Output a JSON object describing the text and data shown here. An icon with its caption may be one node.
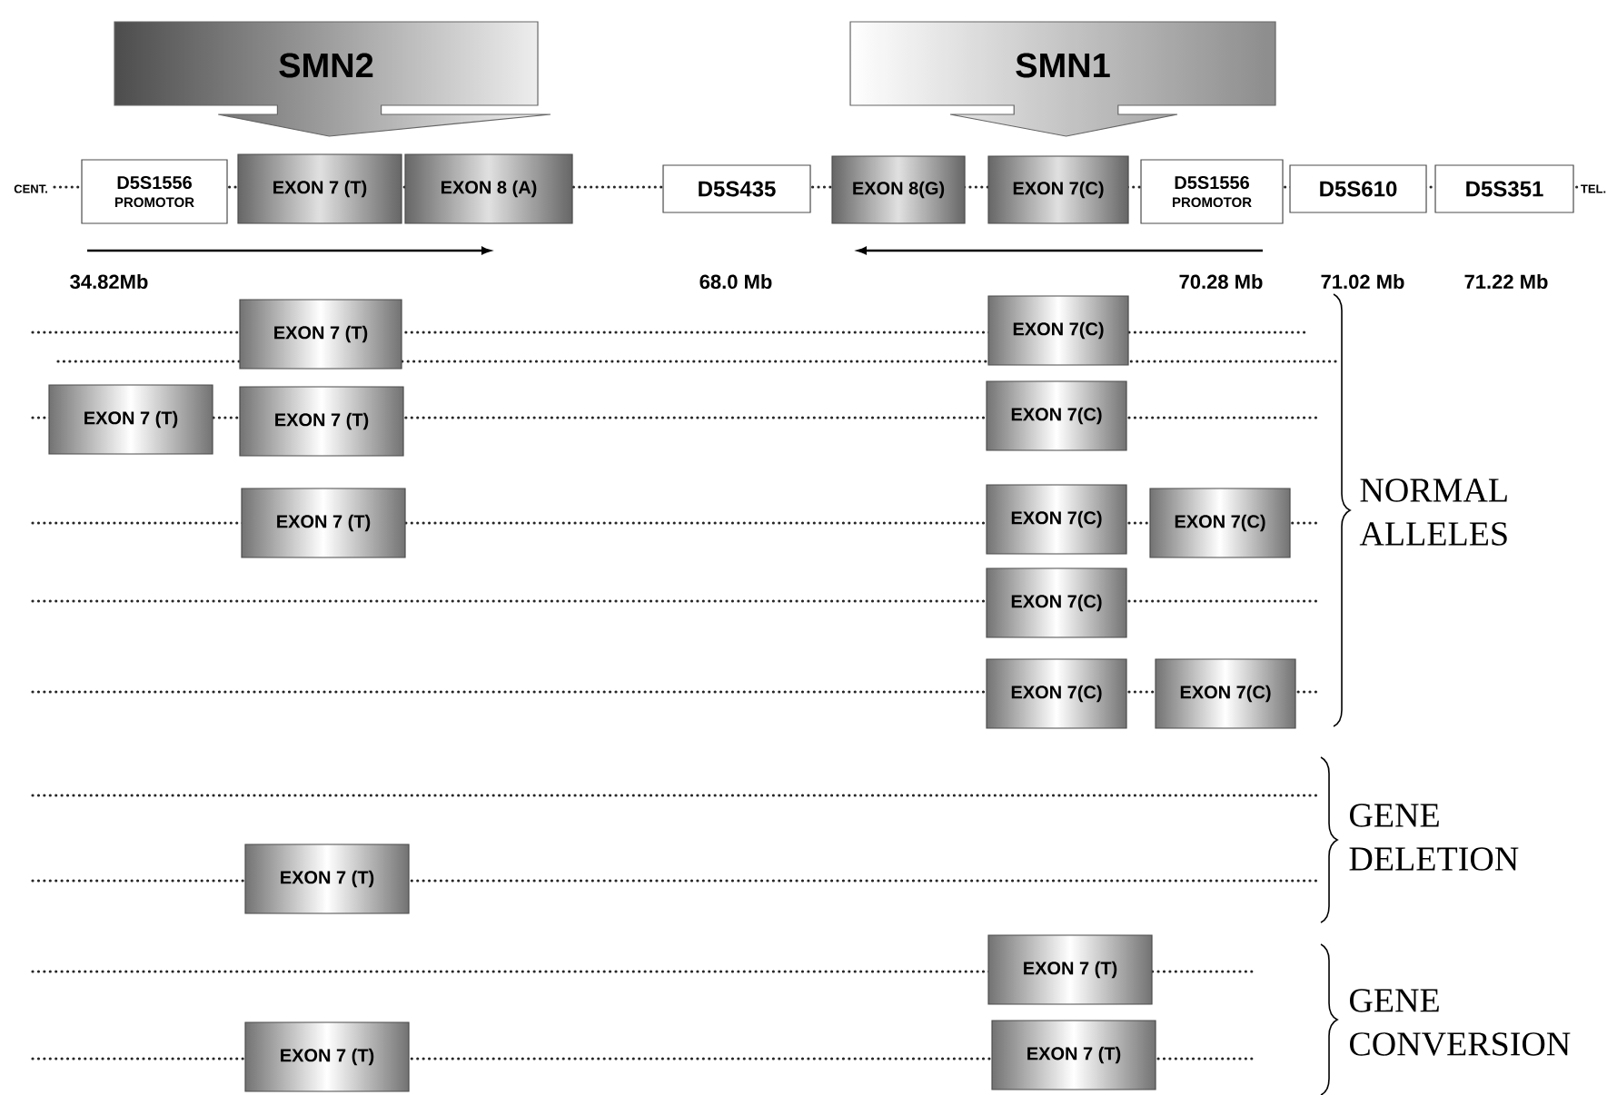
{
  "diagram": {
    "nodes": [
      {
        "text": [
          "SMN2"
        ]
      },
      {
        "text": [
          "SMN1"
        ]
      },
      {
        "text": [
          "D5S1556",
          "PROMOTOR"
        ]
      },
      {
        "text": [
          "EXON 7 (T)"
        ]
      },
      {
        "text": [
          "EXON 8 (A)"
        ]
      },
      {
        "text": [
          "D5S435"
        ]
      },
      {
        "text": [
          "EXON 8(G)"
        ]
      },
      {
        "text": [
          "EXON 7(C)"
        ]
      },
      {
        "text": [
          "D5S1556",
          "PROMOTOR"
        ]
      },
      {
        "text": [
          "D5S610"
        ]
      },
      {
        "text": [
          "D5S351"
        ]
      },
      {
        "text": [
          "EXON 7 (T)"
        ]
      },
      {
        "text": [
          "EXON 7(C)"
        ]
      },
      {
        "text": [
          "EXON 7 (T)"
        ]
      },
      {
        "text": [
          "EXON 7 (T)"
        ]
      },
      {
        "text": [
          "EXON 7(C)"
        ]
      },
      {
        "text": [
          "EXON 7 (T)"
        ]
      },
      {
        "text": [
          "EXON 7(C)"
        ]
      },
      {
        "text": [
          "EXON 7(C)"
        ]
      },
      {
        "text": [
          "EXON 7(C)"
        ]
      },
      {
        "text": [
          "EXON 7(C)"
        ]
      },
      {
        "text": [
          "EXON 7(C)"
        ]
      },
      {
        "text": [
          "EXON 7 (T)"
        ]
      },
      {
        "text": [
          "EXON 7 (T)"
        ]
      },
      {
        "text": [
          "EXON 7 (T)"
        ]
      },
      {
        "text": [
          "EXON 7 (T)"
        ]
      }
    ],
    "labels": [
      "CENT.",
      "TEL.",
      "34.82Mb",
      "68.0 Mb",
      "70.28 Mb",
      "71.02 Mb",
      "71.22 Mb",
      "NORMAL ALLELES",
      "GENE DELETION",
      "GENE CONVERSION"
    ]
  }
}
